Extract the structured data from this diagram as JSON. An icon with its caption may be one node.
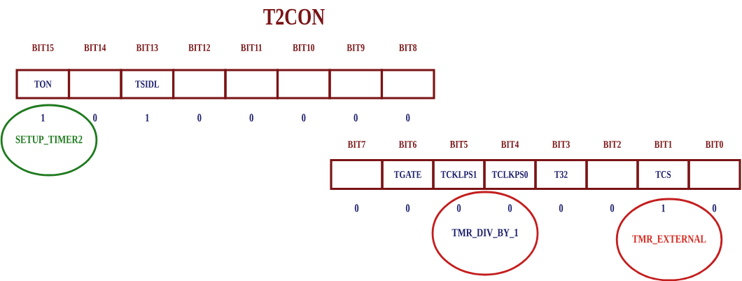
{
  "diagram": {
    "title": "T2CON",
    "nodes": [
      {
        "text": [
          "TON"
        ],
        "beside": [
          "BIT15"
        ]
      },
      {
        "text": [],
        "shape": "box",
        "beside": [
          "BIT14"
        ]
      },
      {
        "text": [
          "TSIDL"
        ],
        "beside": [
          "BIT13"
        ]
      },
      {
        "text": [],
        "shape": "box",
        "beside": [
          "BIT12"
        ]
      },
      {
        "text": [],
        "shape": "box",
        "beside": [
          "BIT11"
        ]
      },
      {
        "text": [],
        "shape": "box",
        "beside": [
          "BIT10"
        ]
      },
      {
        "text": [],
        "shape": "box",
        "beside": [
          "BIT9"
        ]
      },
      {
        "text": [],
        "shape": "box",
        "beside": [
          "BIT8"
        ]
      },
      {
        "text": [],
        "shape": "box",
        "beside": [
          "BIT7"
        ]
      },
      {
        "text": [
          "TGATE"
        ],
        "beside": [
          "BIT6"
        ]
      },
      {
        "text": [
          "TCKLPS1"
        ],
        "beside": [
          "BIT5"
        ]
      },
      {
        "text": [
          "TCLKPS0"
        ],
        "beside": [
          "BIT4"
        ]
      },
      {
        "text": [
          "T32"
        ],
        "beside": [
          "BIT3"
        ]
      },
      {
        "text": [],
        "shape": "box",
        "beside": [
          "BIT2"
        ]
      },
      {
        "text": [
          "TCS"
        ],
        "beside": [
          "BIT1"
        ]
      },
      {
        "text": [],
        "shape": "box",
        "beside": [
          "BIT0"
        ]
      },
      {
        "text": [
          "SETUP_TIMER2"
        ]
      },
      {
        "text": [
          "TMR_DIV_BY_1"
        ]
      },
      {
        "text": [
          "TMR_EXTERNAL"
        ]
      }
    ],
    "labels": [
      "1",
      "0",
      "1",
      "0",
      "0",
      "0",
      "0",
      "0",
      "0",
      "0",
      "0",
      "0",
      "0",
      "0",
      "1",
      "0"
    ]
  }
}
